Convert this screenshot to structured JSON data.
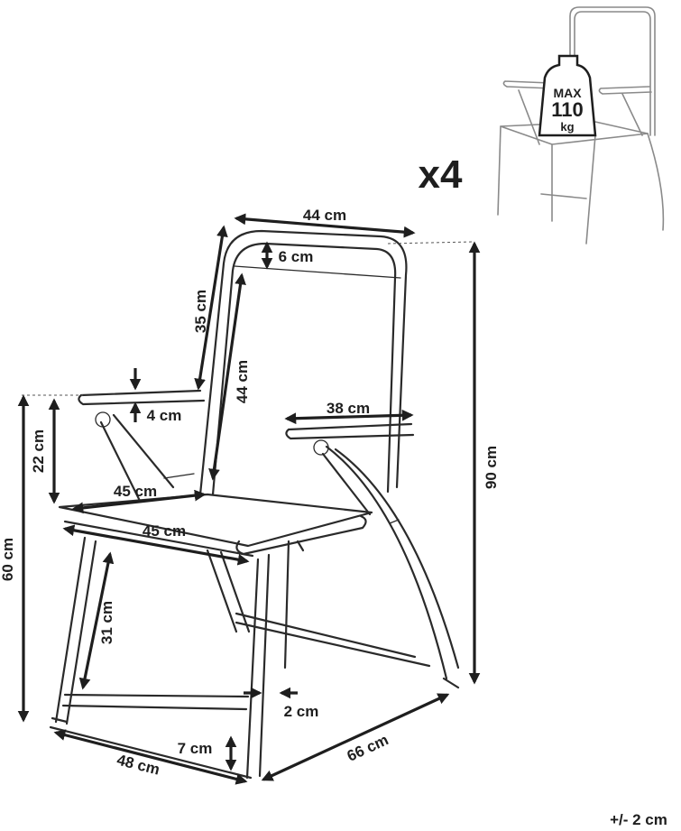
{
  "multiplier": "x4",
  "max_load": {
    "line1": "MAX",
    "line2": "110",
    "line3": "kg"
  },
  "tolerance": "+/- 2 cm",
  "dimensions": {
    "top_width": "44 cm",
    "back_band": "6 cm",
    "back_outer_height": "35 cm",
    "back_inner_height": "44 cm",
    "armrest_thickness": "4 cm",
    "armrest_length": "38 cm",
    "arm_to_seat": "22 cm",
    "seat_depth_back": "45 cm",
    "seat_width_front": "45 cm",
    "total_height": "90 cm",
    "arm_height": "60 cm",
    "seat_height": "31 cm",
    "tube_width": "2 cm",
    "foot_height": "7 cm",
    "base_width": "48 cm",
    "base_depth": "66 cm"
  }
}
